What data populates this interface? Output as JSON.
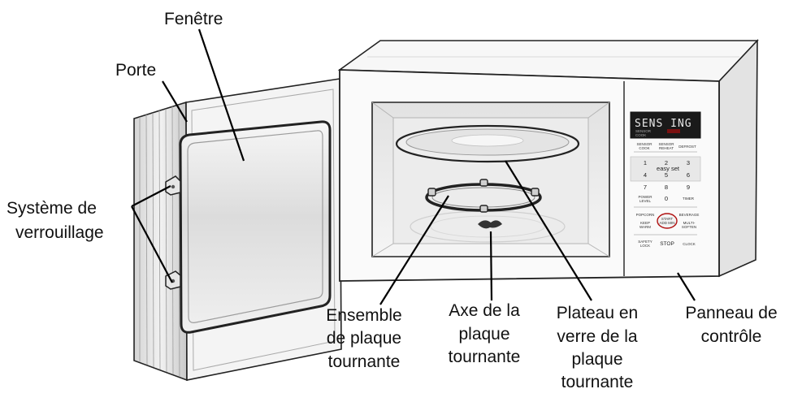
{
  "labels": {
    "fenetre": "Fenêtre",
    "porte": "Porte",
    "systeme": [
      "Système de",
      "verrouillage"
    ],
    "ensemble": [
      "Ensemble",
      "de plaque",
      "tournante"
    ],
    "axe": [
      "Axe de la",
      "plaque",
      "tournante"
    ],
    "plateau": [
      "Plateau en",
      "verre de la",
      "plaque",
      "tournante"
    ],
    "panneau": [
      "Panneau de",
      "contrôle"
    ]
  },
  "control_panel": {
    "display": "SENS ING",
    "display_sub": [
      "SENSOR",
      "COOK"
    ],
    "top_buttons": [
      [
        "SENSOR",
        "COOK"
      ],
      [
        "SENSOR",
        "REHEAT"
      ],
      [
        "DEFROST"
      ]
    ],
    "keys": [
      "1",
      "2",
      "3",
      "4",
      "5",
      "6",
      "7",
      "8",
      "9"
    ],
    "easy_set": "easy set",
    "power_level": [
      "POWER",
      "LEVEL"
    ],
    "zero": "0",
    "timer": "TIMER",
    "popcorn": "POPCORN",
    "beverage": "BEVERAGE",
    "keep_warm": [
      "KEEP",
      "WARM"
    ],
    "start": [
      "START",
      "ADD MIN"
    ],
    "multi_soften": [
      "MULTI-",
      "SOFTEN"
    ],
    "safety_lock": [
      "SAFETY",
      "LOCK"
    ],
    "stop": "STOP",
    "clock": "CLOCK"
  }
}
